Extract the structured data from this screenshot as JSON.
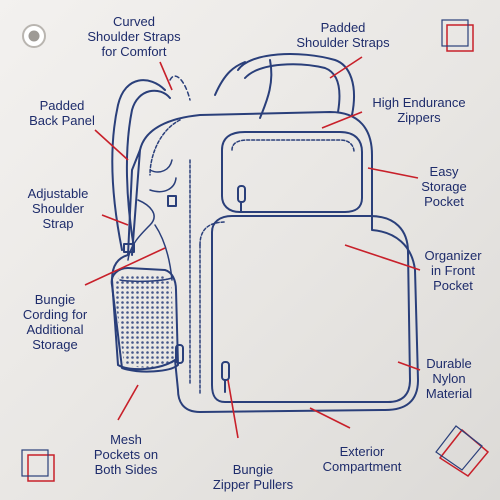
{
  "labels": {
    "curved_straps": "Curved\nShoulder Straps\nfor Comfort",
    "padded_straps": "Padded\nShoulder Straps",
    "padded_back": "Padded\nBack Panel",
    "zippers": "High Endurance\nZippers",
    "easy_storage": "Easy\nStorage\nPocket",
    "adjustable_strap": "Adjustable\nShoulder\nStrap",
    "organizer": "Organizer\nin Front\nPocket",
    "bungie_cording": "Bungie\nCording for\nAdditional\nStorage",
    "durable_nylon": "Durable\nNylon\nMaterial",
    "mesh_pockets": "Mesh\nPockets on\nBoth Sides",
    "exterior": "Exterior\nCompartment",
    "bungie_pullers": "Bungie\nZipper Pullers"
  },
  "colors": {
    "text": "#1e2c6b",
    "leader": "#c8202a",
    "outline": "#2a3f7a"
  }
}
